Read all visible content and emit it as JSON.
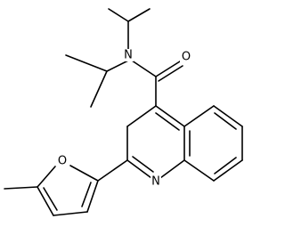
{
  "structure": {
    "atom_labels": {
      "amide_nitrogen": "N",
      "carbonyl_oxygen": "O",
      "furan_oxygen": "O",
      "quinoline_nitrogen": "N"
    },
    "colors": {
      "bond": "#000000",
      "label": "#000000",
      "background": "#ffffff"
    }
  }
}
